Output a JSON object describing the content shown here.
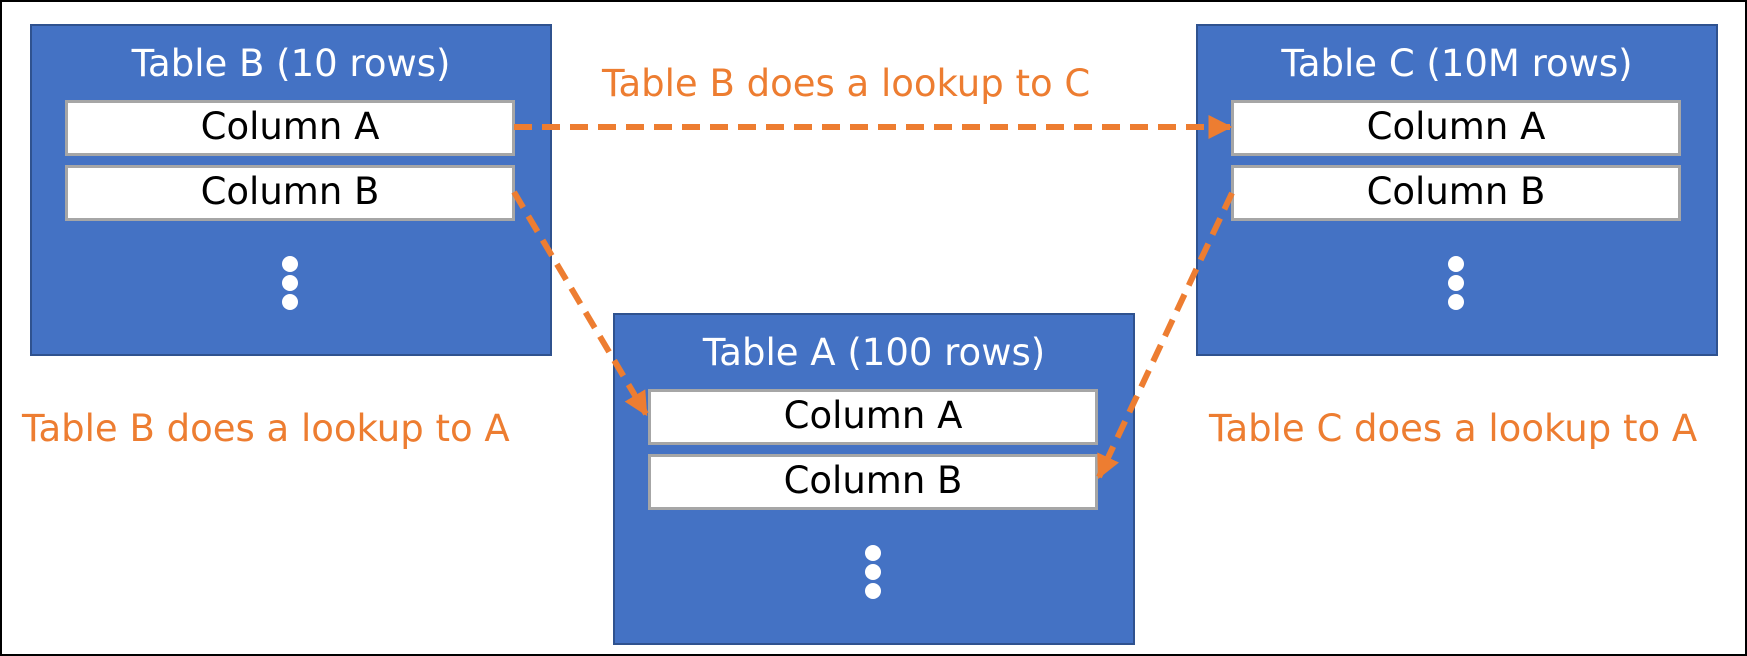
{
  "colors": {
    "box_fill": "#4472c4",
    "box_border": "#2f528f",
    "arrow": "#ed7d31",
    "label_text": "#ed7d31",
    "column_border": "#a6a6a6"
  },
  "tables": [
    {
      "id": "table-b",
      "title": "Table B (10 rows)",
      "columns": [
        "Column A",
        "Column B"
      ],
      "more_indicator": "ellipsis-vertical-icon"
    },
    {
      "id": "table-c",
      "title": "Table C (10M rows)",
      "columns": [
        "Column A",
        "Column B"
      ],
      "more_indicator": "ellipsis-vertical-icon"
    },
    {
      "id": "table-a",
      "title": "Table A (100 rows)",
      "columns": [
        "Column A",
        "Column B"
      ],
      "more_indicator": "ellipsis-vertical-icon"
    }
  ],
  "lookups": [
    {
      "from": "Table B / Column A",
      "to": "Table C / Column A",
      "label": "Table B does a lookup to C"
    },
    {
      "from": "Table B / Column B",
      "to": "Table A / Column A",
      "label": "Table B does a lookup to A"
    },
    {
      "from": "Table C / Column B",
      "to": "Table A / Column B",
      "label": "Table C does a lookup to A"
    }
  ]
}
